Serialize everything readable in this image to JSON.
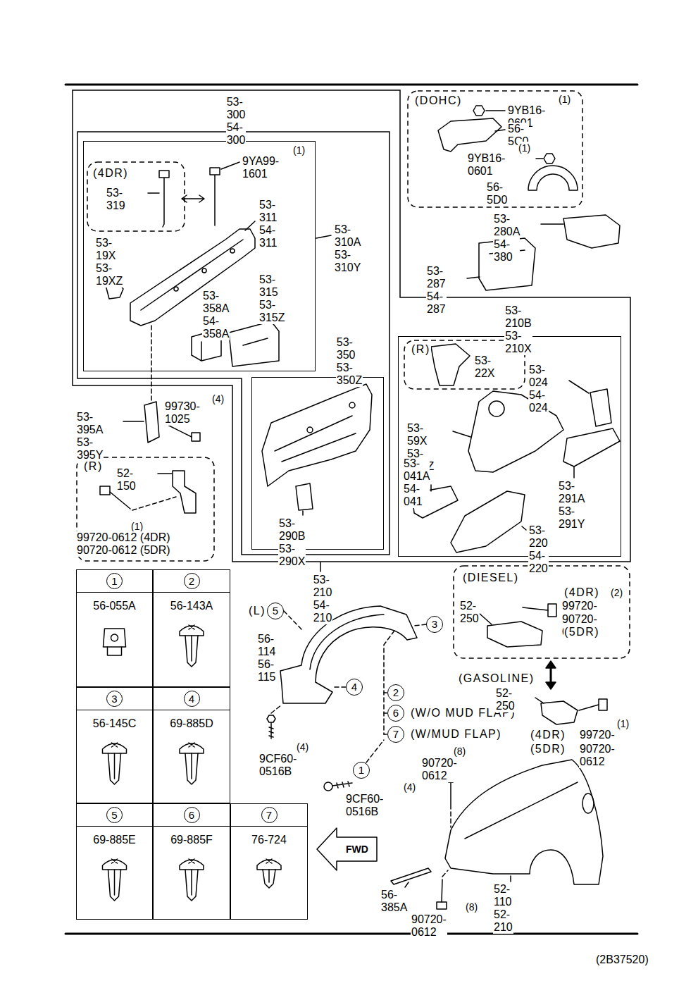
{
  "diagram": {
    "nodes": [
      {
        "text": [
          "53-210 54-210"
        ]
      },
      {
        "text": [
          "53-300 54-300"
        ],
        "in": 0
      },
      {
        "text": [
          "53-310A 53-310Y"
        ],
        "in": 1
      },
      {
        "text": [
          "(4DR)"
        ],
        "in": 2
      },
      {
        "text": [
          "53-350 53-350Z"
        ],
        "in": 1
      },
      {
        "text": [
          "53-210B 53-210X"
        ],
        "in": 0
      },
      {
        "text": [
          "(R)"
        ],
        "in": 5
      },
      {
        "text": [
          "(DOHC)"
        ]
      },
      {
        "text": [
          "(R)"
        ]
      },
      {
        "text": [
          "(DIESEL)"
        ]
      },
      {
        "text": [
          "1",
          "56-055A"
        ]
      },
      {
        "text": [
          "2",
          "56-143A"
        ]
      },
      {
        "text": [
          "3",
          "56-145C"
        ]
      },
      {
        "text": [
          "4",
          "69-885D"
        ]
      },
      {
        "text": [
          "5",
          "69-885E"
        ]
      },
      {
        "text": [
          "6",
          "69-885F"
        ]
      },
      {
        "text": [
          "7",
          "76-724"
        ]
      },
      {
        "text": [
          "5"
        ]
      },
      {
        "text": [
          "3"
        ]
      },
      {
        "text": [
          "4"
        ]
      },
      {
        "text": [
          "2"
        ]
      },
      {
        "text": [
          "6"
        ]
      },
      {
        "text": [
          "7"
        ]
      },
      {
        "text": [
          "1"
        ]
      }
    ],
    "labels": [
      "(1)",
      "9YA99-1601",
      "53-319",
      "53-311 54-311",
      "53-19X 53-19XZ",
      "53-315 53-315Z",
      "53-358A 54-358A",
      "53-290B 53-290X",
      "(4)",
      "99730-1025",
      "53-395A 53-395Y",
      "52-150",
      "(1)",
      "99720-0612 (4DR)",
      "90720-0612 (5DR)",
      "(1)",
      "9YB16-0601",
      "56-5C0",
      "(1)",
      "9YB16-0601",
      "56-5D0",
      "53-280A 54-380",
      "53-287 54-287",
      "53-22X",
      "53-024 54-024",
      "53-59X 53-59XZ",
      "53-041A 54-041",
      "53-291A 53-291Y",
      "53-220 54-220",
      "(L)",
      "56-114 56-115",
      "(W/O MUD FLAP)",
      "(W/MUD FLAP)",
      "(4)",
      "9CF60-0516B",
      "(4)",
      "9CF60-0516B",
      "(4DR)",
      "(2)",
      "99720-0612",
      "90720-0612",
      "(5DR)",
      "52-250",
      "(GASOLINE)",
      "52-250",
      "(1)",
      "(4DR)",
      "99720-0612",
      "(5DR)",
      "90720-0612",
      "(8)",
      "90720-0612",
      "FWD",
      "56-385A",
      "52-110 52-210",
      "(8)",
      "90720-0612",
      "(2B37520)"
    ]
  }
}
